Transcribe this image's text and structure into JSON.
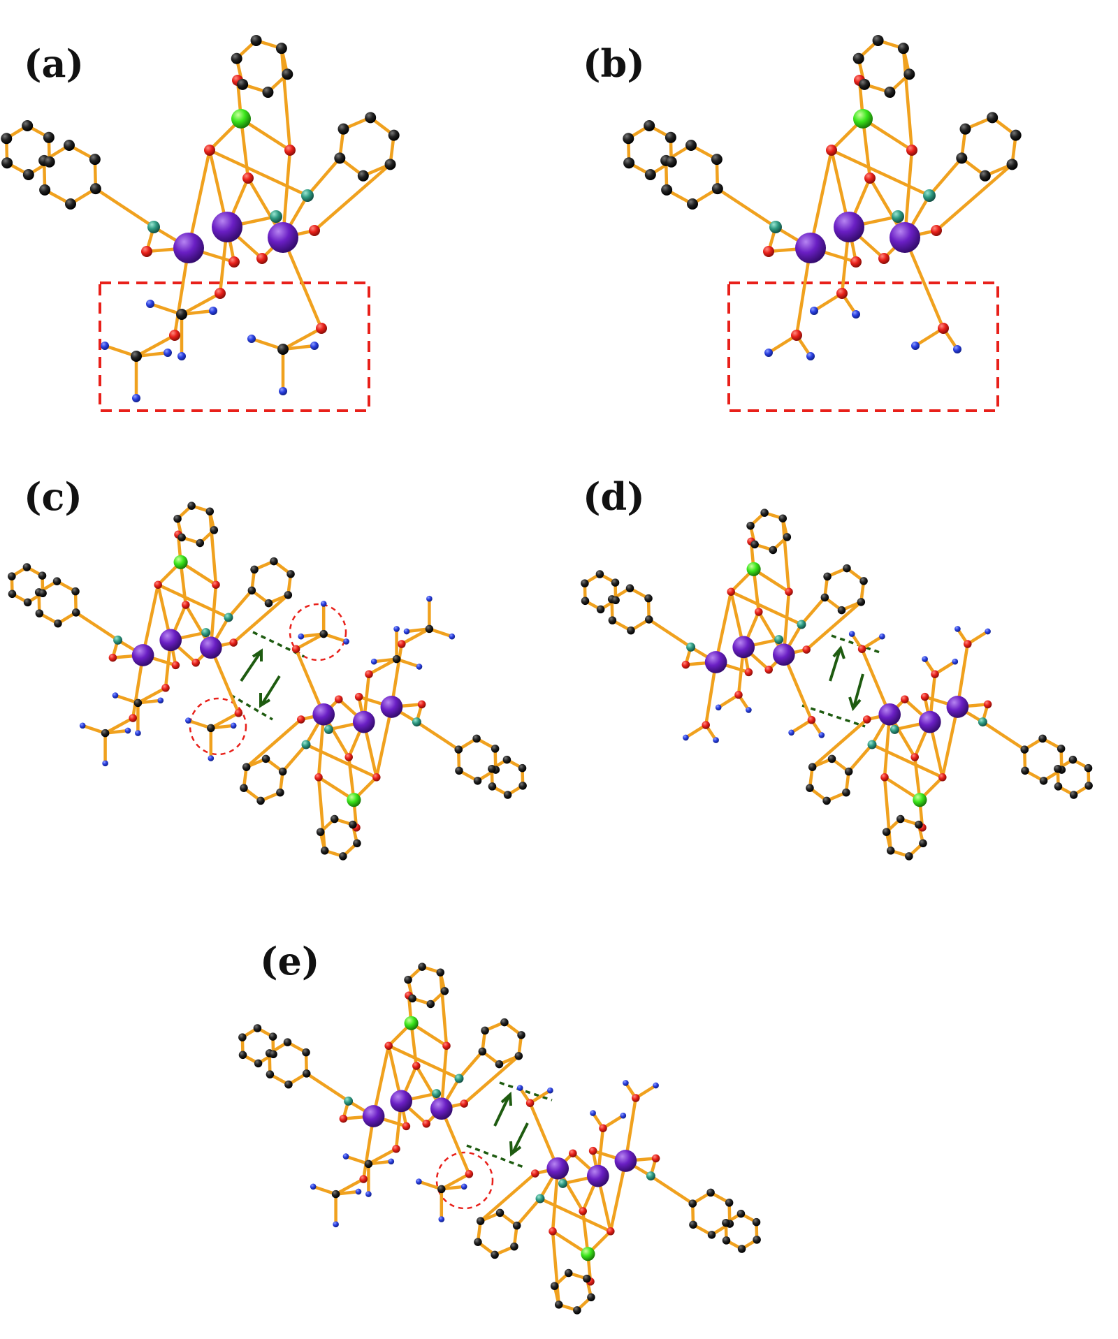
{
  "panels": [
    {
      "id": "a",
      "label": "(a)"
    },
    {
      "id": "b",
      "label": "(b)"
    },
    {
      "id": "c",
      "label": "(c)"
    },
    {
      "id": "d",
      "label": "(d)"
    },
    {
      "id": "e",
      "label": "(e)"
    }
  ],
  "colors": {
    "bond": "#f0a11e",
    "carbon": "#1a1a1a",
    "oxygen": "#e8201a",
    "nitrogen": "#2a3fe0",
    "metal": "#6a1fc4",
    "central": "#3ae61c",
    "bridge": "#2e9b82",
    "highlight": "#e8201a",
    "hbond": "#1e5b10"
  }
}
